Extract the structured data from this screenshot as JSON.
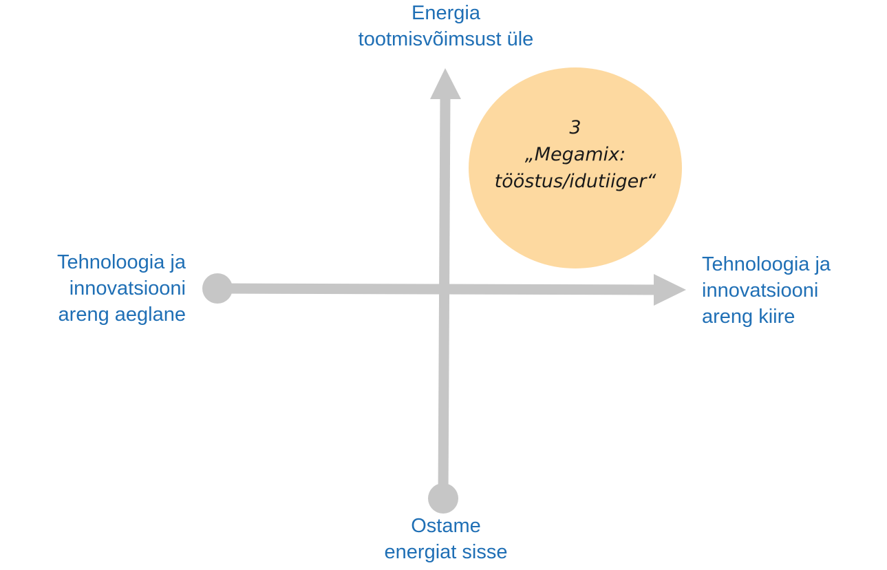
{
  "axes": {
    "top": [
      "Energia",
      "tootmisvõimsust üle"
    ],
    "bottom": [
      "Ostame",
      "energiat sisse"
    ],
    "left": [
      "Tehnoloogia ja",
      "innovatsiooni",
      "areng aeglane"
    ],
    "right": [
      "Tehnoloogia ja",
      "innovatsiooni",
      "areng kiire"
    ]
  },
  "scenario": {
    "number": "3",
    "title_line1": "„Megamix:",
    "title_line2": "tööstus/idutiiger“"
  },
  "colors": {
    "axis": "#c6c6c6",
    "label": "#1f6fb5",
    "bubble": "#fdd9a0",
    "bubble_text": "#1a1a1a"
  }
}
